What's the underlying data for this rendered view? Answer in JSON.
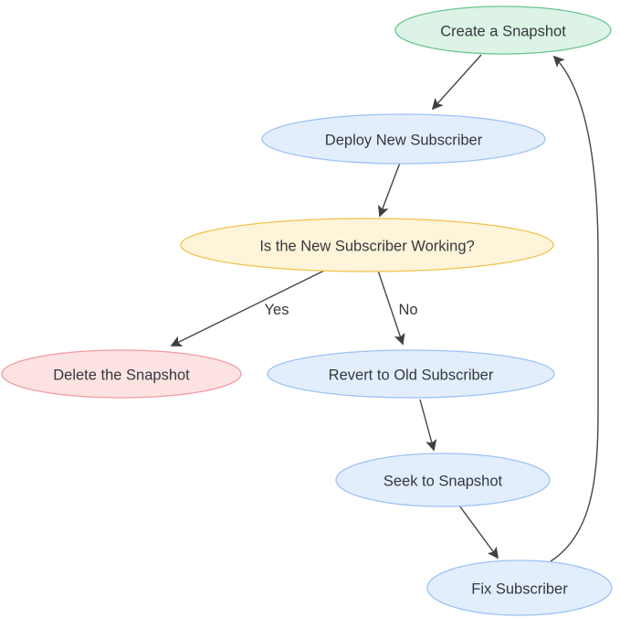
{
  "diagram": {
    "kind": "flowchart",
    "background_color": "#ffffff",
    "edge_color": "#43464a",
    "arrow_color": "#3c3f44",
    "text_color": "#35383d",
    "nodes": [
      {
        "id": "create-snapshot",
        "label": "Create a Snapshot",
        "shape": "ellipse",
        "fill": "#dcf3e6",
        "stroke": "#68c690"
      },
      {
        "id": "deploy-new-subscriber",
        "label": "Deploy New Subscriber",
        "shape": "ellipse",
        "fill": "#e3eefd",
        "stroke": "#9ec2f3"
      },
      {
        "id": "is-working",
        "label": "Is the New Subscriber Working?",
        "shape": "ellipse",
        "fill": "#fdf4d9",
        "stroke": "#f2c14c"
      },
      {
        "id": "delete-snapshot",
        "label": "Delete the Snapshot",
        "shape": "ellipse",
        "fill": "#fce3e2",
        "stroke": "#f29ba1"
      },
      {
        "id": "revert-old-subscriber",
        "label": "Revert to Old Subscriber",
        "shape": "ellipse",
        "fill": "#e3eefd",
        "stroke": "#9ec2f3"
      },
      {
        "id": "seek-to-snapshot",
        "label": "Seek to Snapshot",
        "shape": "ellipse",
        "fill": "#e3eefd",
        "stroke": "#9ec2f3"
      },
      {
        "id": "fix-subscriber",
        "label": "Fix Subscriber",
        "shape": "ellipse",
        "fill": "#e3eefd",
        "stroke": "#9ec2f3"
      }
    ],
    "edges": [
      {
        "from": "create-snapshot",
        "to": "deploy-new-subscriber",
        "label": ""
      },
      {
        "from": "deploy-new-subscriber",
        "to": "is-working",
        "label": ""
      },
      {
        "from": "is-working",
        "to": "delete-snapshot",
        "label": "Yes"
      },
      {
        "from": "is-working",
        "to": "revert-old-subscriber",
        "label": "No"
      },
      {
        "from": "revert-old-subscriber",
        "to": "seek-to-snapshot",
        "label": ""
      },
      {
        "from": "seek-to-snapshot",
        "to": "fix-subscriber",
        "label": ""
      },
      {
        "from": "fix-subscriber",
        "to": "create-snapshot",
        "label": ""
      }
    ]
  }
}
